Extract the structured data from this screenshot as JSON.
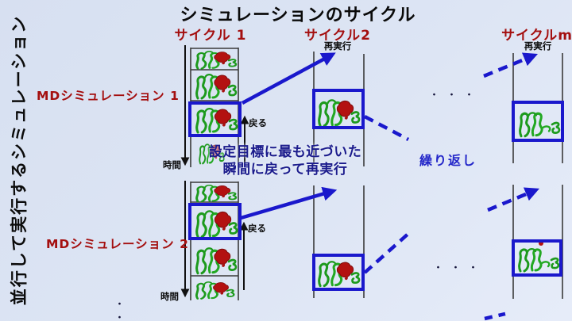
{
  "title": "シミュレーションのサイクル",
  "left_axis_label": "並行して実行するシミュレーション",
  "cycles": {
    "cycle1_label": "サイクル 1",
    "cycle2_label": "サイクル2",
    "cyclem_label": "サイクルm",
    "cycle2_rerun_label": "再実行",
    "cyclem_rerun_label": "再実行"
  },
  "rows": {
    "sim1_label": "MDシミュレーション 1",
    "sim2_label": "MDシミュレーション 2",
    "sim1_time_label": "時間",
    "sim2_time_label": "時間",
    "sim1_back_label": "戻る",
    "sim2_back_label": "戻る"
  },
  "annotation": {
    "line1": "設定目標に最も近づいた",
    "line2": "瞬間に戻って再実行"
  },
  "repeat_label": "繰り返し",
  "ellipsis_sim1": "・・・",
  "ellipsis_sim2": "・・・",
  "ellipsis_more_sims": "・\n・",
  "colors": {
    "background": "#dde5f4",
    "accent_blue": "#1a18cc",
    "label_red": "#a40f0f",
    "annotation_navy": "#1b1b8c",
    "repeat_blue": "#2326c9",
    "molecule_green": "#1d9a1d",
    "molecule_red": "#b31111",
    "line_black": "#2e2e2e"
  }
}
